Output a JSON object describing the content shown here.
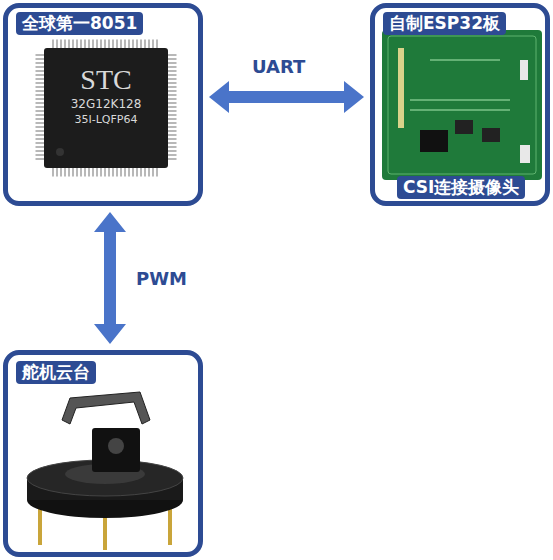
{
  "diagram": {
    "nodes": [
      {
        "text": [
          "全球第一8051"
        ]
      },
      {
        "text": [
          "自制ESP32板",
          "CSI连接摄像头"
        ]
      },
      {
        "text": [
          "舵机云台"
        ]
      }
    ],
    "edges": [
      {
        "from": 0,
        "to": 1,
        "label": "UART",
        "arrow": "both"
      },
      {
        "from": 0,
        "to": 2,
        "label": "PWM",
        "arrow": "both"
      }
    ],
    "labels": [
      "STC",
      "32G12K128",
      "35I-LQFP64"
    ]
  }
}
